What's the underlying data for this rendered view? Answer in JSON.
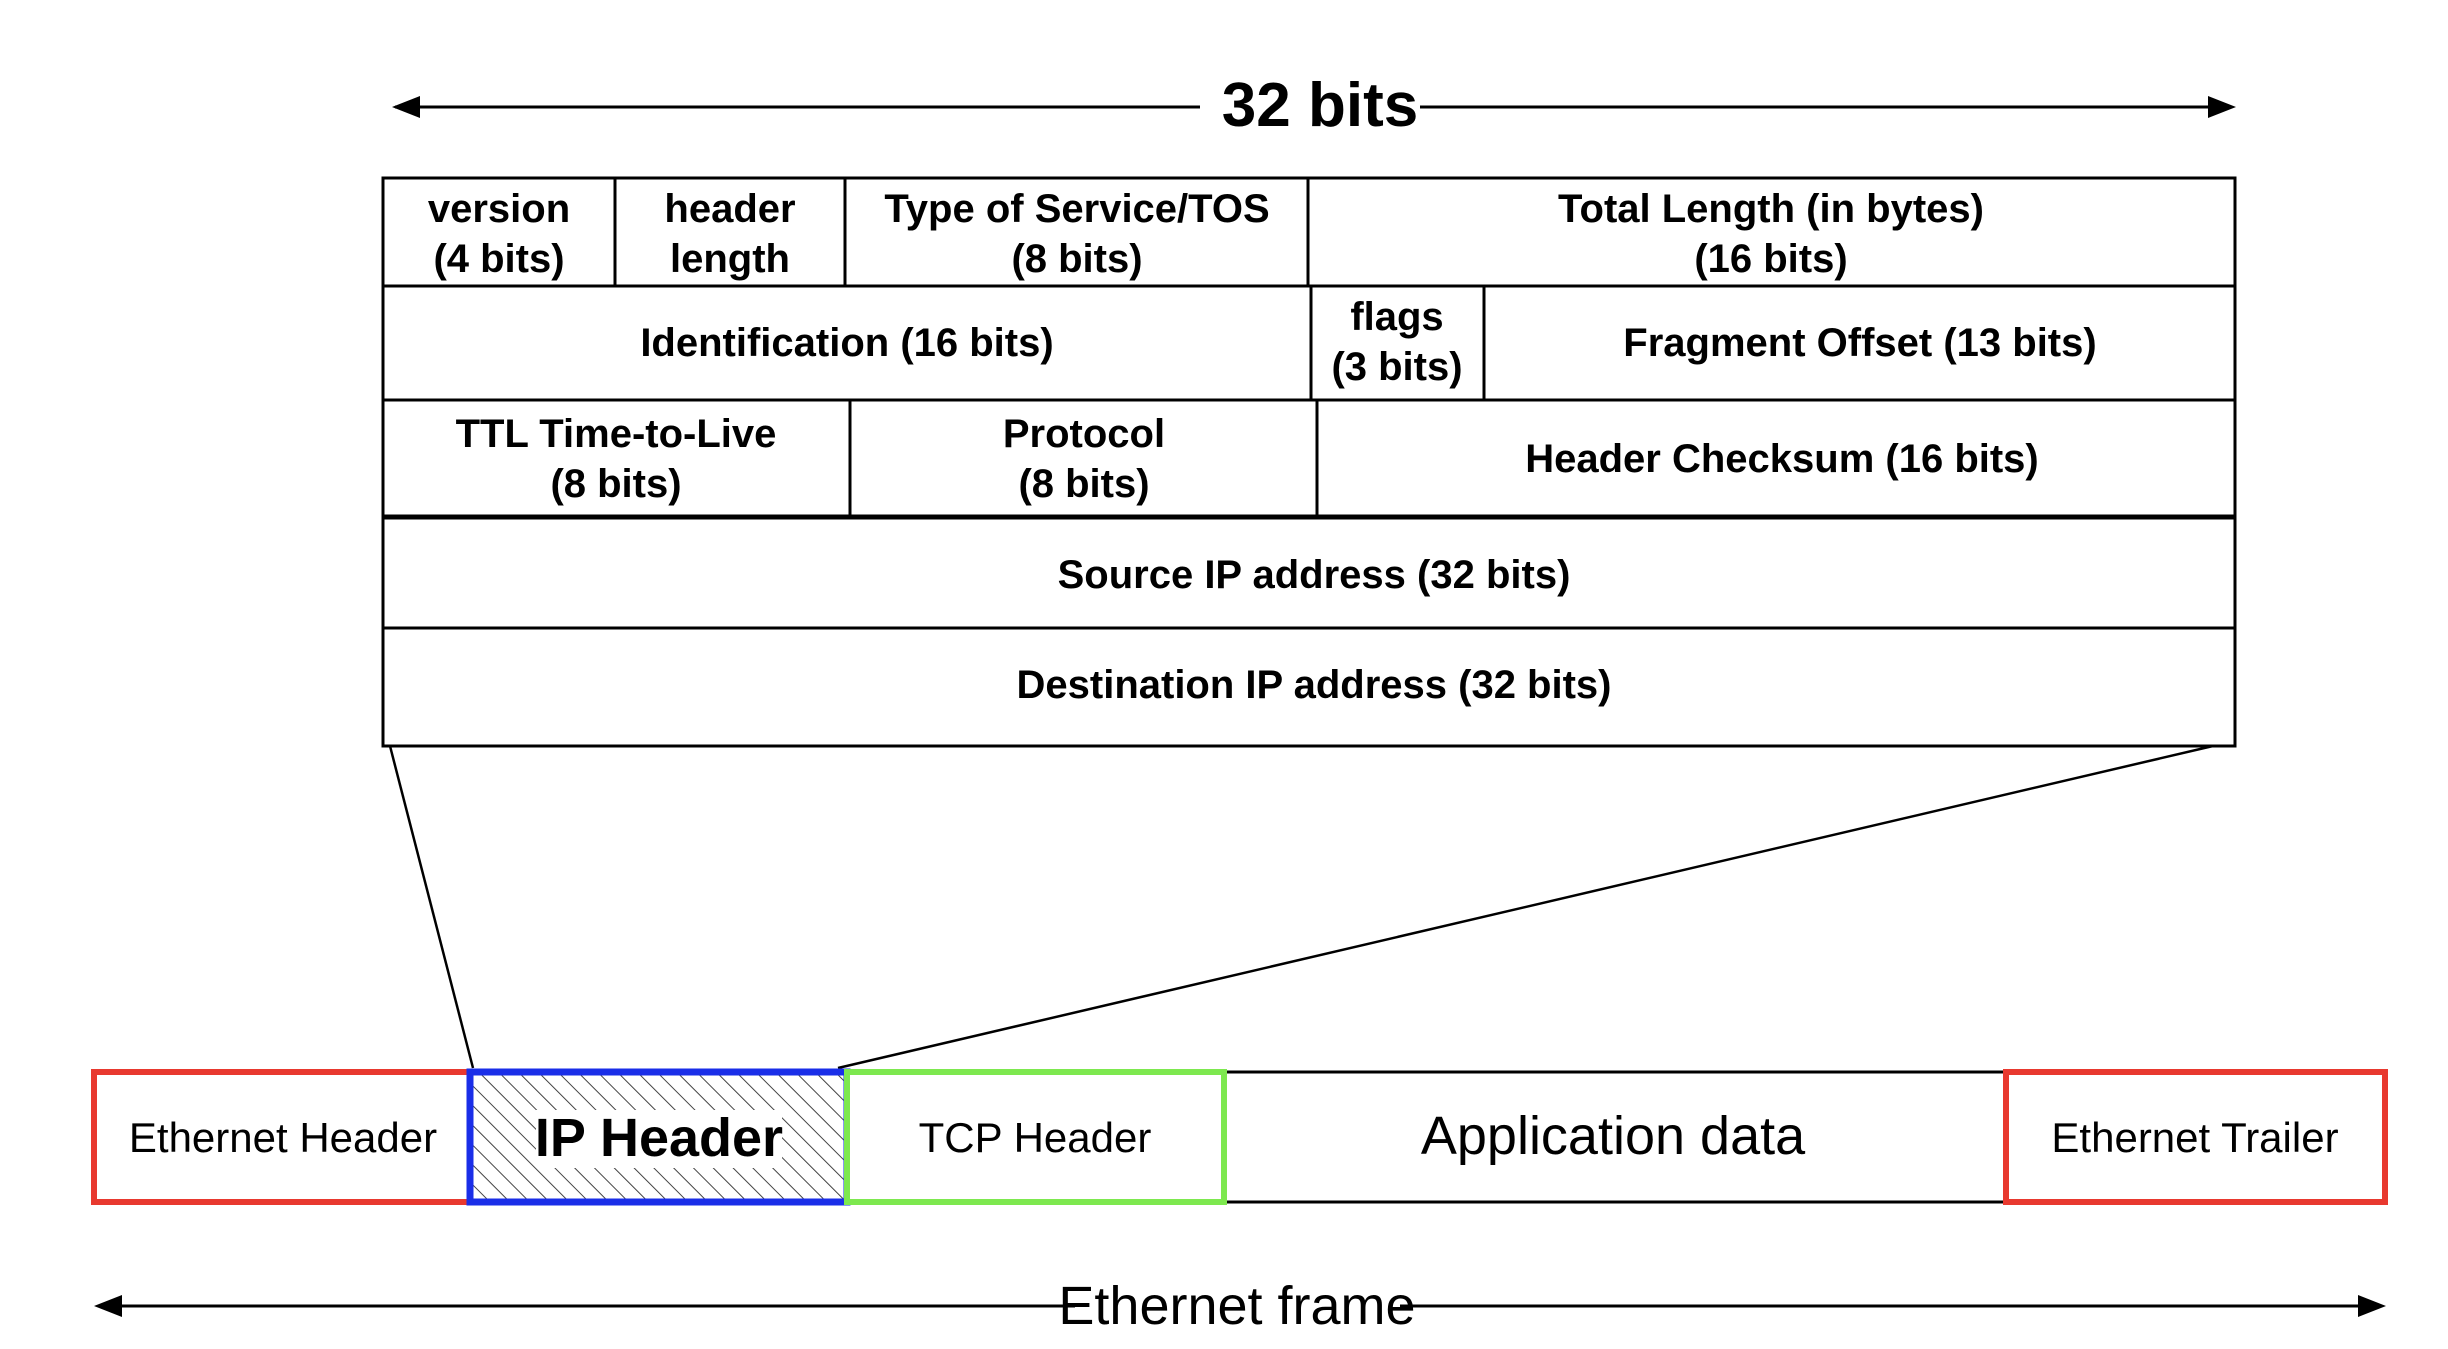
{
  "width_label": "32 bits",
  "frame_label": "Ethernet frame",
  "ip_header": {
    "row1": [
      {
        "line1": "version",
        "line2": "(4 bits)"
      },
      {
        "line1": "header",
        "line2": "length"
      },
      {
        "line1": "Type of Service/TOS",
        "line2": "(8 bits)"
      },
      {
        "line1": "Total Length (in bytes)",
        "line2": "(16 bits)"
      }
    ],
    "row2": [
      {
        "line1": "Identification (16 bits)"
      },
      {
        "line1": "flags",
        "line2": "(3 bits)"
      },
      {
        "line1": "Fragment Offset (13 bits)"
      }
    ],
    "row3": [
      {
        "line1": "TTL Time-to-Live",
        "line2": "(8 bits)"
      },
      {
        "line1": "Protocol",
        "line2": "(8 bits)"
      },
      {
        "line1": "Header Checksum (16 bits)"
      }
    ],
    "row4": "Source IP address (32 bits)",
    "row5": "Destination IP address (32 bits)"
  },
  "frame_segments": [
    {
      "label": "Ethernet Header",
      "border_color": "#e8392f"
    },
    {
      "label": "IP Header",
      "border_color": "#1a2ee8",
      "hatched": true
    },
    {
      "label": "TCP Header",
      "border_color": "#7de84f"
    },
    {
      "label": "Application data",
      "border_color": "#000000"
    },
    {
      "label": "Ethernet Trailer",
      "border_color": "#e8392f"
    }
  ]
}
